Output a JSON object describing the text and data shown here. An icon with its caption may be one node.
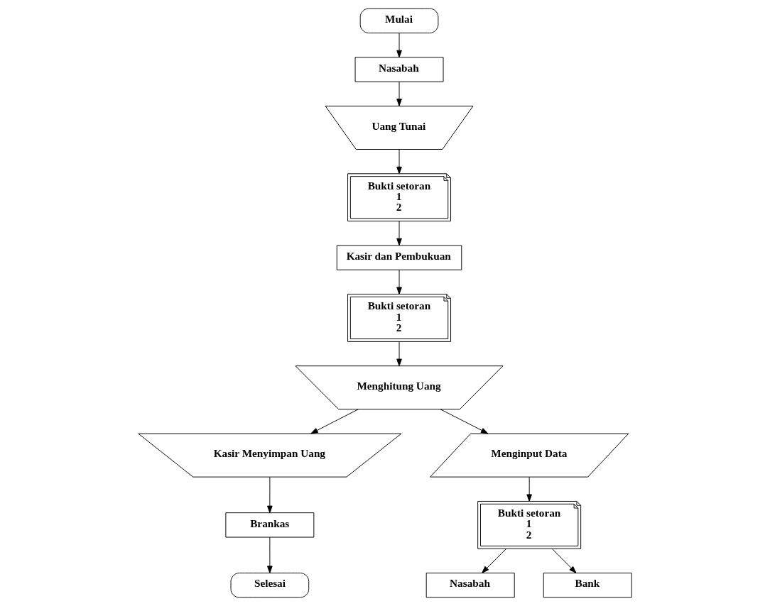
{
  "diagram": {
    "nodes": [
      {
        "text": [
          "Mulai"
        ]
      },
      {
        "text": [
          "Nasabah"
        ]
      },
      {
        "text": [
          "Uang Tunai"
        ]
      },
      {
        "text": [
          "Bukti setoran",
          "1",
          "2"
        ]
      },
      {
        "text": [
          "Kasir dan Pembukuan"
        ]
      },
      {
        "text": [
          "Bukti setoran",
          "1",
          "2"
        ]
      },
      {
        "text": [
          "Menghitung Uang"
        ]
      },
      {
        "text": [
          "Kasir Menyimpan Uang"
        ]
      },
      {
        "text": [
          "Brankas"
        ]
      },
      {
        "text": [
          "Selesai"
        ]
      },
      {
        "text": [
          "Menginput Data"
        ]
      },
      {
        "text": [
          "Bukti setoran",
          "1",
          "2"
        ]
      },
      {
        "text": [
          "Nasabah"
        ]
      },
      {
        "text": [
          "Bank"
        ]
      }
    ],
    "edges": [
      {
        "from": 0,
        "to": 1,
        "arrow": "to"
      },
      {
        "from": 1,
        "to": 2,
        "arrow": "to"
      },
      {
        "from": 2,
        "to": 3,
        "arrow": "to"
      },
      {
        "from": 3,
        "to": 4,
        "arrow": "to"
      },
      {
        "from": 4,
        "to": 5,
        "arrow": "to"
      },
      {
        "from": 5,
        "to": 6,
        "arrow": "to"
      },
      {
        "from": 6,
        "to": 7,
        "arrow": "to"
      },
      {
        "from": 7,
        "to": 8,
        "arrow": "to"
      },
      {
        "from": 8,
        "to": 9,
        "arrow": "to"
      },
      {
        "from": 6,
        "to": 10,
        "arrow": "to"
      },
      {
        "from": 10,
        "to": 11,
        "arrow": "to"
      },
      {
        "from": 11,
        "to": 12,
        "arrow": "to"
      },
      {
        "from": 11,
        "to": 13,
        "arrow": "to"
      }
    ]
  }
}
